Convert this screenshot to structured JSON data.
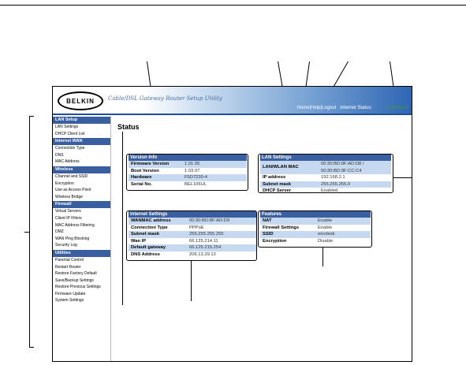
{
  "header": {
    "brand": "BELKIN",
    "subtitle": "Cable/DSL Gateway Router Setup Utility",
    "links": [
      "Home",
      "Help",
      "Logout"
    ],
    "internet_status_label": "Internet Status:",
    "internet_status_value": "Connected"
  },
  "sidebar": [
    {
      "head": "LAN Setup",
      "items": [
        "LAN Settings",
        "DHCP Client List"
      ]
    },
    {
      "head": "Internet WAN",
      "items": [
        "Connection Type",
        "DNS",
        "MAC Address"
      ]
    },
    {
      "head": "Wireless",
      "items": [
        "Channel and SSID",
        "Encryption",
        "Use as Access Point",
        "Wireless Bridge"
      ]
    },
    {
      "head": "Firewall",
      "items": [
        "Virtual Servers",
        "Client IP Filters",
        "MAC Address Filtering",
        "DMZ",
        "WAN Ping Blocking",
        "Security Log"
      ]
    },
    {
      "head": "Utilities",
      "items": [
        "Parental Control",
        "Restart Router",
        "Restore Factory Default",
        "Save/Backup Settings",
        "Restore Previous Settings",
        "Firmware Update",
        "System Settings"
      ]
    }
  ],
  "page_title": "Status",
  "version_info": {
    "title": "Version Info",
    "rows": [
      {
        "label": "Firmware Version",
        "value": "1.01.05"
      },
      {
        "label": "Boot Version",
        "value": "1.03.07"
      },
      {
        "label": "Hardware",
        "value": "F5D7230-4"
      },
      {
        "label": "Serial No.",
        "value": "BEL106UL"
      }
    ]
  },
  "lan_settings": {
    "title": "LAN Settings",
    "rows": [
      {
        "label": "LAN/WLAN MAC",
        "value": "00:30:BD:9F:AD:D8 /\n00:30:BD:9F:CC:C4"
      },
      {
        "label": "IP address",
        "value": "192.168.2.1"
      },
      {
        "label": "Subnet mask",
        "value": "255.255.255.0"
      },
      {
        "label": "DHCP Server",
        "value": "Enabled"
      }
    ]
  },
  "internet_settings": {
    "title": "Internet Settings",
    "rows": [
      {
        "label": "WANMAC address",
        "value": "00:30:BD:8F:AD:D9"
      },
      {
        "label": "Connection Type",
        "value": "PPPoE"
      },
      {
        "label": "Subnet mask",
        "value": "255.255.255.255"
      },
      {
        "label": "Wan IP",
        "value": "66.125.214.11"
      },
      {
        "label": "Default gateway",
        "value": "66.125.215.254"
      },
      {
        "label": "DNS Address",
        "value": "206.13.29.12"
      }
    ]
  },
  "features": {
    "title": "Features",
    "rows": [
      {
        "label": "NAT",
        "value": "Enable"
      },
      {
        "label": "Firewall Settings",
        "value": "Enable"
      },
      {
        "label": "SSID",
        "value": "ericdesk"
      },
      {
        "label": "Encryption",
        "value": "Disable"
      }
    ]
  }
}
